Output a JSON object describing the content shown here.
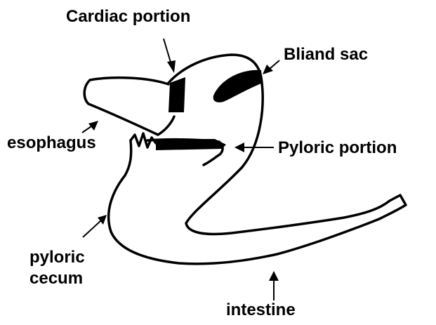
{
  "labels": {
    "cardiac_portion": "Cardiac portion",
    "bliand_sac": "Bliand sac",
    "esophagus": "esophagus",
    "pyloric_portion": "Pyloric portion",
    "pyloric_cecum_line1": "pyloric",
    "pyloric_cecum_line2": "cecum",
    "intestine": "intestine"
  },
  "colors": {
    "ink": "#000000",
    "background": "#ffffff"
  }
}
